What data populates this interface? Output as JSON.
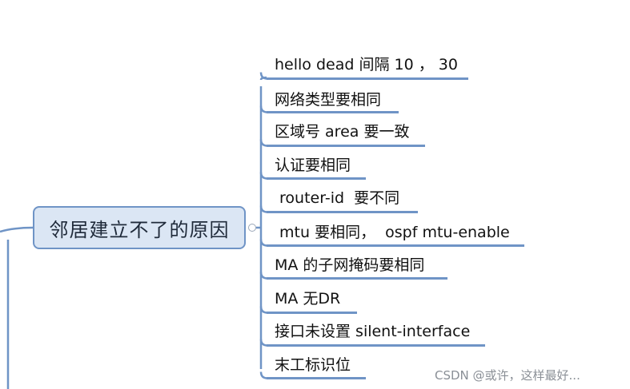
{
  "central_topic": {
    "label": "邻居建立不了的原因"
  },
  "branches": [
    {
      "label": "hello dead 间隔 10 ， 30"
    },
    {
      "label": "网络类型要相同"
    },
    {
      "label": "区域号 area 要一致"
    },
    {
      "label": "认证要相同"
    },
    {
      "label": " router-id  要不同"
    },
    {
      "label": " mtu 要相同，  ospf mtu-enable"
    },
    {
      "label": "MA 的子网掩码要相同"
    },
    {
      "label": "MA 无DR"
    },
    {
      "label": "接口未设置 silent-interface"
    },
    {
      "label": "末工标识位"
    }
  ],
  "watermark": {
    "text": "CSDN @或许，这样最好..."
  },
  "colors": {
    "line": "#6f94c6",
    "node_fill": "#dbe6f4",
    "node_border": "#6f94c6"
  }
}
